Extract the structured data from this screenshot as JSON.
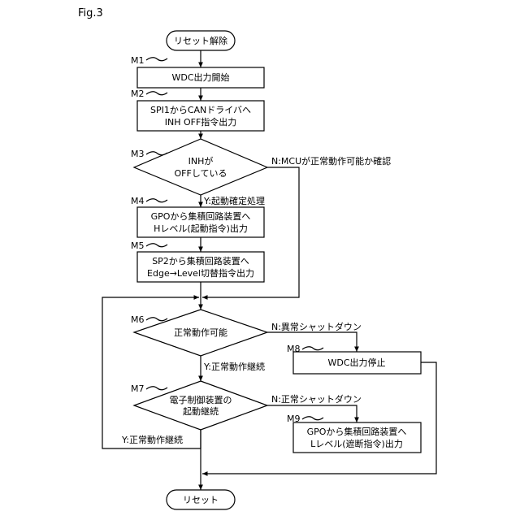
{
  "figure_label": "Fig.3",
  "start": "リセット解除",
  "end": "リセット",
  "steps": {
    "M1": {
      "id": "M1",
      "text": "WDC出力開始"
    },
    "M2": {
      "id": "M2",
      "lines": [
        "SPI1からCANドライバへ",
        "INH OFF指令出力"
      ]
    },
    "M3": {
      "id": "M3",
      "lines": [
        "INHが",
        "OFFしている"
      ]
    },
    "M4": {
      "id": "M4",
      "lines": [
        "GPOから集積回路装置へ",
        "Hレベル(起動指令)出力"
      ]
    },
    "M5": {
      "id": "M5",
      "lines": [
        "SP2から集積回路装置へ",
        "Edge→Level切替指令出力"
      ]
    },
    "M6": {
      "id": "M6",
      "text": "正常動作可能"
    },
    "M7": {
      "id": "M7",
      "lines": [
        "電子制御装置の",
        "起動継続"
      ]
    },
    "M8": {
      "id": "M8",
      "text": "WDC出力停止"
    },
    "M9": {
      "id": "M9",
      "lines": [
        "GPOから集積回路装置へ",
        "Lレベル(遮断指令)出力"
      ]
    }
  },
  "branches": {
    "m3_no": "N:MCUが正常動作可能か確認",
    "m3_yes": "Y:起動確定処理",
    "m6_no": "N:異常シャットダウン",
    "m6_yes": "Y:正常動作継続",
    "m7_no": "N:正常シャットダウン",
    "m7_yes": "Y:正常動作継続"
  }
}
